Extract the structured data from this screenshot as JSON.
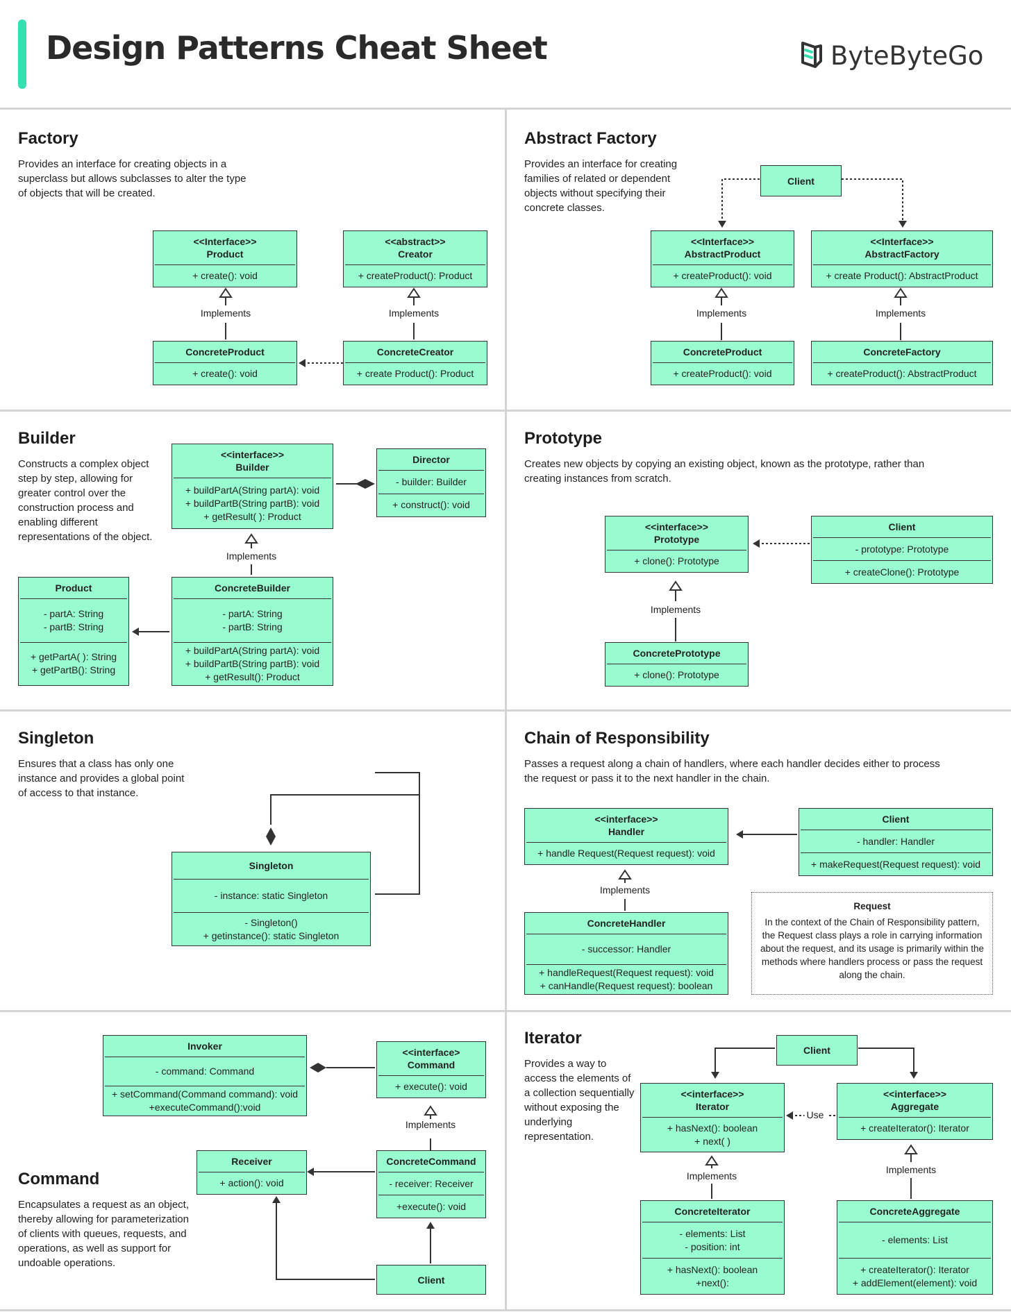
{
  "header": {
    "title": "Design Patterns Cheat Sheet",
    "brand": "ByteByteGo",
    "brand_icon": "bytebytego-logo-icon",
    "accent_color": "#34e0b0"
  },
  "box_color": "#98fcd0",
  "implements_label": "Implements",
  "factory": {
    "title": "Factory",
    "desc": "Provides an interface for creating objects in a superclass but allows subclasses to alter the type of objects that will be created.",
    "product": {
      "stereo": "<<Interface>>",
      "name": "Product",
      "methods": [
        "+ create(): void"
      ]
    },
    "creator": {
      "stereo": "<<abstract>>",
      "name": "Creator",
      "methods": [
        "+ createProduct(): Product"
      ]
    },
    "concrete_product": {
      "name": "ConcreteProduct",
      "methods": [
        "+ create(): void"
      ]
    },
    "concrete_creator": {
      "name": "ConcreteCreator",
      "methods": [
        "+ create Product(): Product"
      ]
    }
  },
  "abstract_factory": {
    "title": "Abstract Factory",
    "desc": "Provides an interface for creating families of related or dependent objects without specifying their concrete classes.",
    "client": {
      "name": "Client"
    },
    "abstract_product": {
      "stereo": "<<Interface>>",
      "name": "AbstractProduct",
      "methods": [
        "+ createProduct(): void"
      ]
    },
    "abstract_factory": {
      "stereo": "<<Interface>>",
      "name": "AbstractFactory",
      "methods": [
        "+ create Product(): AbstractProduct"
      ]
    },
    "concrete_product": {
      "name": "ConcreteProduct",
      "methods": [
        "+ createProduct(): void"
      ]
    },
    "concrete_factory": {
      "name": "ConcreteFactory",
      "methods": [
        "+ createProduct(): AbstractProduct"
      ]
    }
  },
  "builder": {
    "title": "Builder",
    "desc": "Constructs a complex object step by step, allowing for greater control over the construction process and enabling different representations of the object.",
    "builder_iface": {
      "stereo": "<<interface>>",
      "name": "Builder",
      "methods": [
        "+ buildPartA(String partA): void",
        "+ buildPartB(String partB): void",
        "+ getResult( ): Product"
      ]
    },
    "director": {
      "name": "Director",
      "fields": [
        "- builder: Builder"
      ],
      "methods": [
        "+ construct(): void"
      ]
    },
    "product": {
      "name": "Product",
      "fields": [
        "- partA: String",
        "- partB: String"
      ],
      "methods": [
        "+ getPartA( ): String",
        "+ getPartB(): String"
      ]
    },
    "concrete_builder": {
      "name": "ConcreteBuilder",
      "fields": [
        "- partA: String",
        "- partB: String"
      ],
      "methods": [
        "+ buildPartA(String partA): void",
        "+ buildPartB(String partB): void",
        "+ getResult(): Product"
      ]
    }
  },
  "prototype": {
    "title": "Prototype",
    "desc": "Creates new objects by copying an existing object, known as the prototype, rather than creating instances from scratch.",
    "prototype_iface": {
      "stereo": "<<interface>>",
      "name": "Prototype",
      "methods": [
        "+ clone(): Prototype"
      ]
    },
    "client": {
      "name": "Client",
      "fields": [
        "- prototype: Prototype"
      ],
      "methods": [
        "+ createClone(): Prototype"
      ]
    },
    "concrete_prototype": {
      "name": "ConcretePrototype",
      "methods": [
        "+ clone(): Prototype"
      ]
    }
  },
  "singleton": {
    "title": "Singleton",
    "desc": "Ensures that a class has only one instance and provides a global point of access to that instance.",
    "singleton": {
      "name": "Singleton",
      "fields": [
        "- instance: static Singleton"
      ],
      "methods": [
        "- Singleton()",
        "+ getinstance(): static Singleton"
      ]
    }
  },
  "chain": {
    "title": "Chain of Responsibility",
    "desc": "Passes a request along a chain of handlers, where each handler decides either to process the request or pass it to the next handler in the chain.",
    "handler": {
      "stereo": "<<interface>>",
      "name": "Handler",
      "methods": [
        "+ handle Request(Request request): void"
      ]
    },
    "client": {
      "name": "Client",
      "fields": [
        "- handler: Handler"
      ],
      "methods": [
        "+ makeRequest(Request request): void"
      ]
    },
    "concrete_handler": {
      "name": "ConcreteHandler",
      "fields": [
        "- successor: Handler"
      ],
      "methods": [
        "+ handleRequest(Request request): void",
        "+ canHandle(Request request): boolean"
      ]
    },
    "note_title": "Request",
    "note_text": "In the context of the Chain of Responsibility pattern, the Request class plays a role in carrying information about the request, and its usage is primarily within the methods where handlers process or pass the request along the chain."
  },
  "command": {
    "title": "Command",
    "desc": "Encapsulates a request as an object, thereby allowing for parameterization of clients with queues, requests, and operations, as well as support for undoable operations.",
    "invoker": {
      "name": "Invoker",
      "fields": [
        "- command: Command"
      ],
      "methods": [
        "+ setCommand(Command command): void",
        "+executeCommand():void"
      ]
    },
    "command_iface": {
      "stereo": "<<interface>",
      "name": "Command",
      "methods": [
        "+ execute(): void"
      ]
    },
    "receiver": {
      "name": "Receiver",
      "methods": [
        "+ action(): void"
      ]
    },
    "concrete_command": {
      "name": "ConcreteCommand",
      "fields": [
        "- receiver: Receiver"
      ],
      "methods": [
        "+execute(): void"
      ]
    },
    "client": {
      "name": "Client"
    }
  },
  "iterator": {
    "title": "Iterator",
    "desc": "Provides a way to access the elements of a collection sequentially without exposing the underlying representation.",
    "client": {
      "name": "Client"
    },
    "iterator_iface": {
      "stereo": "<<interface>>",
      "name": "Iterator",
      "methods": [
        "+ hasNext(): boolean",
        "+ next( )"
      ]
    },
    "aggregate_iface": {
      "stereo": "<<interface>>",
      "name": "Aggregate",
      "methods": [
        "+ createIterator(): Iterator"
      ]
    },
    "use_label": "Use",
    "concrete_iterator": {
      "name": "ConcreteIterator",
      "fields": [
        "- elements: List",
        "- position: int"
      ],
      "methods": [
        "+ hasNext(): boolean",
        "+next():"
      ]
    },
    "concrete_aggregate": {
      "name": "ConcreteAggregate",
      "fields": [
        "- elements: List"
      ],
      "methods": [
        "+ createIterator(): Iterator",
        "+ addElement(element): void"
      ]
    }
  }
}
